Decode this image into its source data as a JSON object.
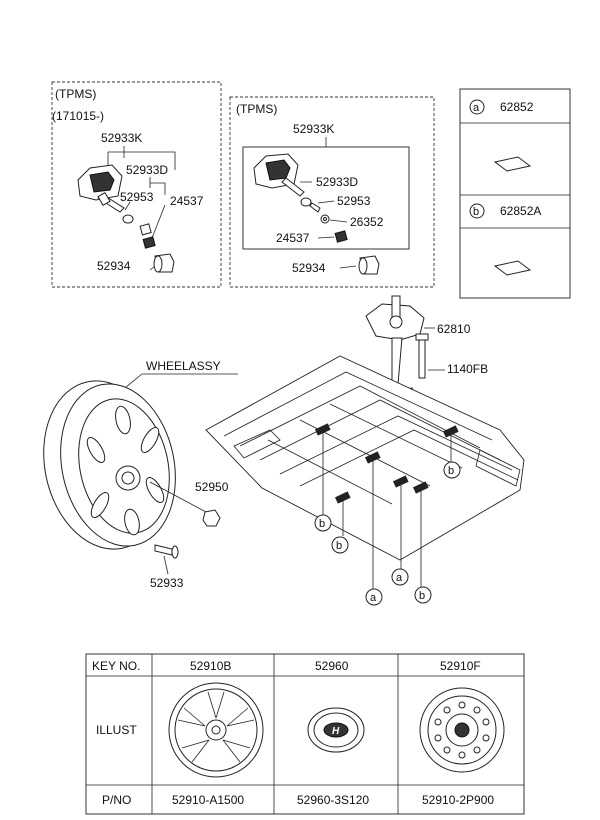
{
  "tpms_left": {
    "title": "(TPMS)",
    "date_code": "(171015-)",
    "parts": {
      "kit": "52933K",
      "sensor": "52933D",
      "valve": "52953",
      "nut": "24537",
      "cap": "52934"
    }
  },
  "tpms_right": {
    "title": "(TPMS)",
    "parts": {
      "kit": "52933K",
      "sensor": "52933D",
      "valve": "52953",
      "washer": "26352",
      "nut": "24537",
      "cap": "52934"
    }
  },
  "pads": {
    "a": {
      "marker": "a",
      "part": "62852"
    },
    "b": {
      "marker": "b",
      "part": "62852A"
    }
  },
  "wheel": {
    "title": "WHEELASSY",
    "lug_nut": "52950",
    "valve": "52933"
  },
  "carrier": {
    "bracket": "62810",
    "bolt": "1140FB"
  },
  "frame_markers": [
    "b",
    "b",
    "b",
    "a",
    "a",
    "b"
  ],
  "table": {
    "row_labels": [
      "KEY NO.",
      "ILLUST",
      "P/NO"
    ],
    "columns": [
      {
        "key": "52910B",
        "pno": "52910-A1500",
        "illust": "alloy-wheel-icon"
      },
      {
        "key": "52960",
        "pno": "52960-3S120",
        "illust": "hub-cap-icon"
      },
      {
        "key": "52910F",
        "pno": "52910-2P900",
        "illust": "steel-wheel-icon"
      }
    ]
  }
}
